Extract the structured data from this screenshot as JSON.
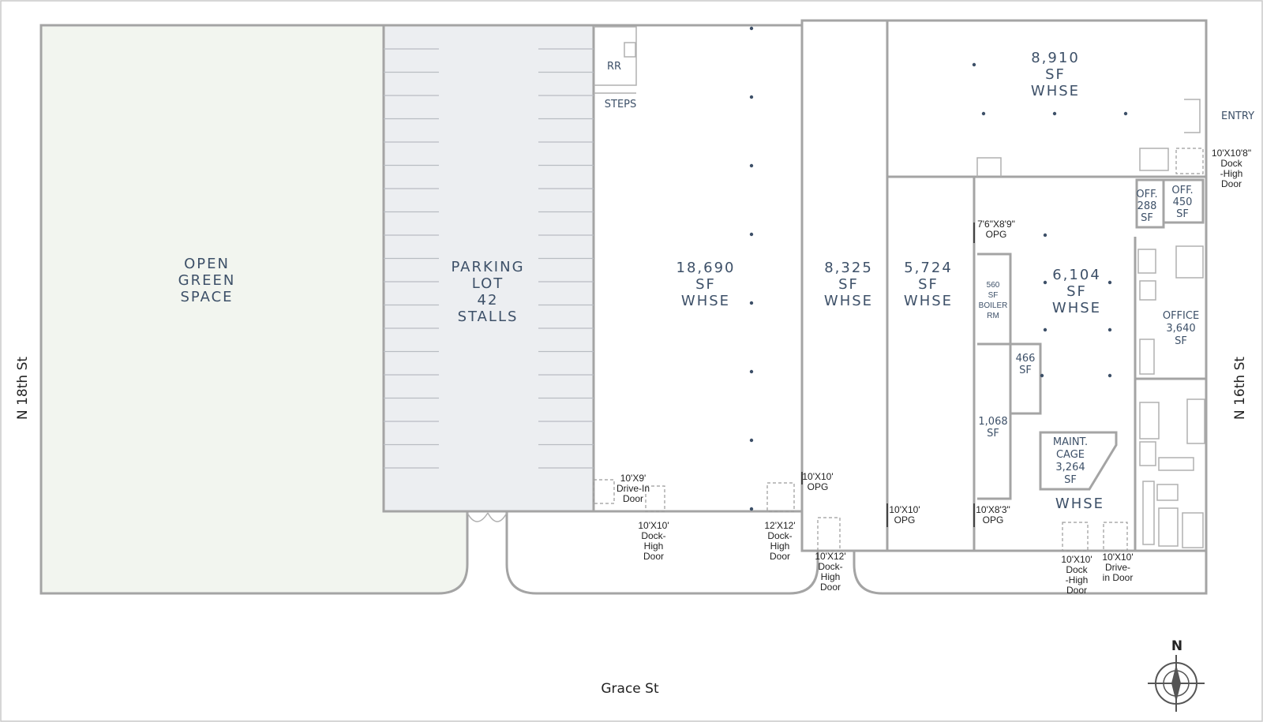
{
  "colors": {
    "wall": "#a4a4a4",
    "green_space": "#f2f5ef",
    "parking": "#eceef1",
    "label": "#3d5068",
    "text": "#222222"
  },
  "streets": {
    "west": "N 18th St",
    "east": "N 16th St",
    "south": "Grace St"
  },
  "compass": {
    "label": "N",
    "icon": "compass-rose-icon"
  },
  "areas": {
    "green": [
      "OPEN",
      "GREEN",
      "SPACE"
    ],
    "parking": [
      "PARKING",
      "LOT",
      "42",
      "STALLS"
    ],
    "whse_18690": [
      "18,690",
      "SF",
      "WHSE"
    ],
    "whse_8325": [
      "8,325",
      "SF",
      "WHSE"
    ],
    "whse_5724": [
      "5,724",
      "SF",
      "WHSE"
    ],
    "whse_8910": [
      "8,910",
      "SF",
      "WHSE"
    ],
    "whse_6104": [
      "6,104",
      "SF",
      "WHSE"
    ],
    "boiler": [
      "560",
      "SF",
      "BOILER",
      "RM"
    ],
    "room_466": [
      "466",
      "SF"
    ],
    "room_1068": [
      "1,068",
      "SF"
    ],
    "maint": [
      "MAINT.",
      "CAGE",
      "3,264",
      "SF"
    ],
    "whse_plain": "WHSE",
    "off_288": [
      "OFF.",
      "288",
      "SF"
    ],
    "off_450": [
      "OFF.",
      "450",
      "SF"
    ],
    "office_3640": [
      "OFFICE",
      "3,640",
      "SF"
    ],
    "rr": "RR",
    "steps": "STEPS",
    "entry": "ENTRY"
  },
  "doors": {
    "d1": [
      "10'X9'",
      "Drive-In",
      "Door"
    ],
    "d2": [
      "10'X10'",
      "Dock-",
      "High",
      "Door"
    ],
    "d3": [
      "12'X12'",
      "Dock-",
      "High",
      "Door"
    ],
    "d4": [
      "10'X10'",
      "OPG"
    ],
    "d5": [
      "10'X12'",
      "Dock-",
      "High",
      "Door"
    ],
    "d6": [
      "10'X10'",
      "OPG"
    ],
    "d7": [
      "10'X8'3\"",
      "OPG"
    ],
    "d8": [
      "10'X10'",
      "Dock",
      "-High",
      "Door"
    ],
    "d9": [
      "10'X10'",
      "Drive-",
      "in Door"
    ],
    "d10": [
      "10'X10'8\"",
      "Dock",
      "-High",
      "Door"
    ],
    "d11": [
      "7'6\"X8'9\"",
      "OPG"
    ]
  }
}
